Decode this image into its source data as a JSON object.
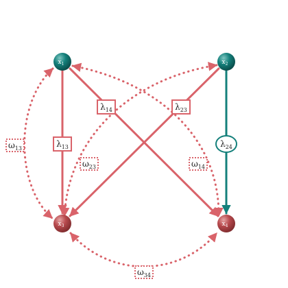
{
  "colors": {
    "red": "#d9636a",
    "teal": "#14807b",
    "red_node_light": "#e6a6a6",
    "red_node_dark": "#7c2a2c",
    "teal_node_light": "#7fc7c2",
    "teal_node_dark": "#094846"
  },
  "nodes": {
    "x1": {
      "base": "x",
      "sub": "1"
    },
    "x2": {
      "base": "x",
      "sub": "2"
    },
    "x3": {
      "base": "x",
      "sub": "3"
    },
    "x4": {
      "base": "x",
      "sub": "4"
    }
  },
  "loadings": {
    "l13": {
      "base": "λ",
      "sub": "13"
    },
    "l14": {
      "base": "λ",
      "sub": "14"
    },
    "l23": {
      "base": "λ",
      "sub": "23"
    },
    "l24": {
      "base": "λ",
      "sub": "24"
    }
  },
  "covariances": {
    "w13": {
      "base": "ω",
      "sub": "13"
    },
    "w23": {
      "base": "ω",
      "sub": "23"
    },
    "w14": {
      "base": "ω",
      "sub": "14"
    },
    "w34": {
      "base": "ω",
      "sub": "34"
    }
  }
}
